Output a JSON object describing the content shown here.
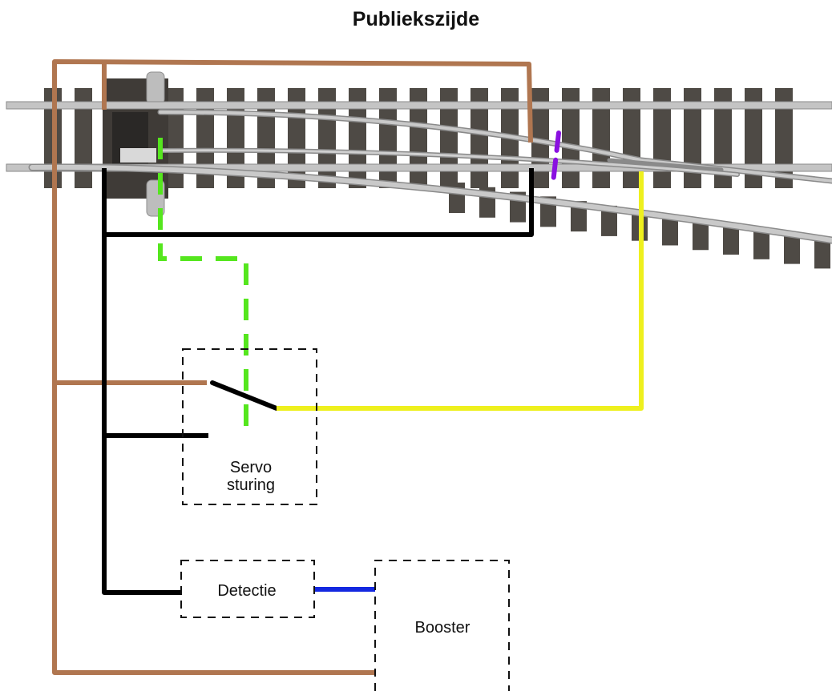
{
  "title": "Publiekszijde",
  "labels": {
    "servo_line1": "Servo",
    "servo_line2": "sturing",
    "detectie": "Detectie",
    "booster": "Booster"
  },
  "colors": {
    "feed_wire": "#b07650",
    "return_wire": "#000000",
    "servo_link": "#55e61e",
    "frog_wire": "#eef01e",
    "bus_wire": "#1428e0",
    "isolation_gap": "#8a10e0",
    "rail": "#b8b8b8",
    "sleeper": "#4e4a45",
    "box_border": "#111111"
  },
  "icons": [
    "track-switch-image",
    "servo-switch-icon",
    "isolation-gap-icon"
  ]
}
